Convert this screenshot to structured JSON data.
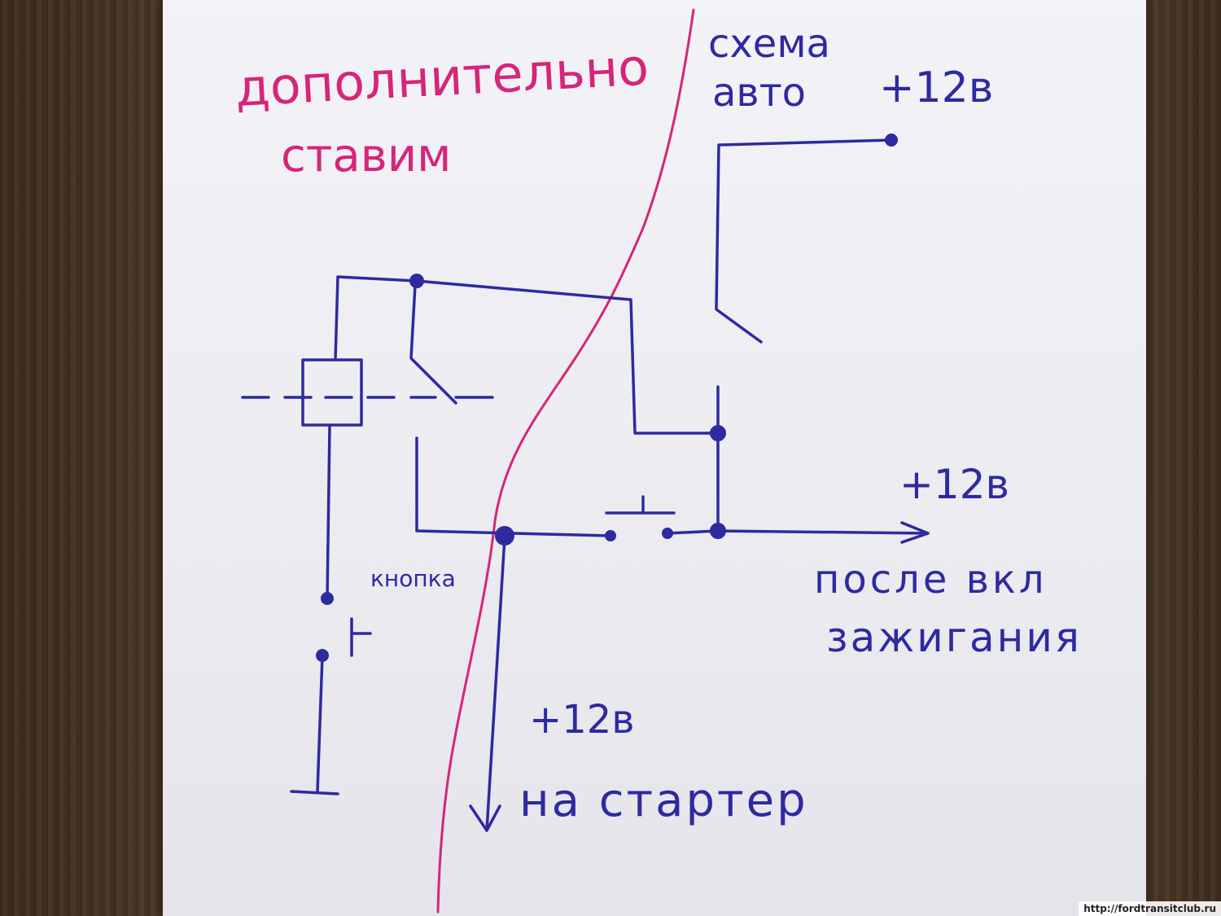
{
  "labels": {
    "additional_red_1": "дополнительно",
    "additional_red_2": "ставим",
    "car_scheme_1": "схема",
    "car_scheme_2": "авто",
    "plus12_top": "+12в",
    "plus12_right": "+12в",
    "after_ignition_1": "после вкл",
    "after_ignition_2": "зажигания",
    "button": "кнопка",
    "plus12_bottom": "+12в",
    "to_starter": "на стартер"
  },
  "watermark": "http://fordtransitclub.ru",
  "colors": {
    "red_ink": "#d6257a",
    "blue_ink": "#2e2aa0"
  }
}
